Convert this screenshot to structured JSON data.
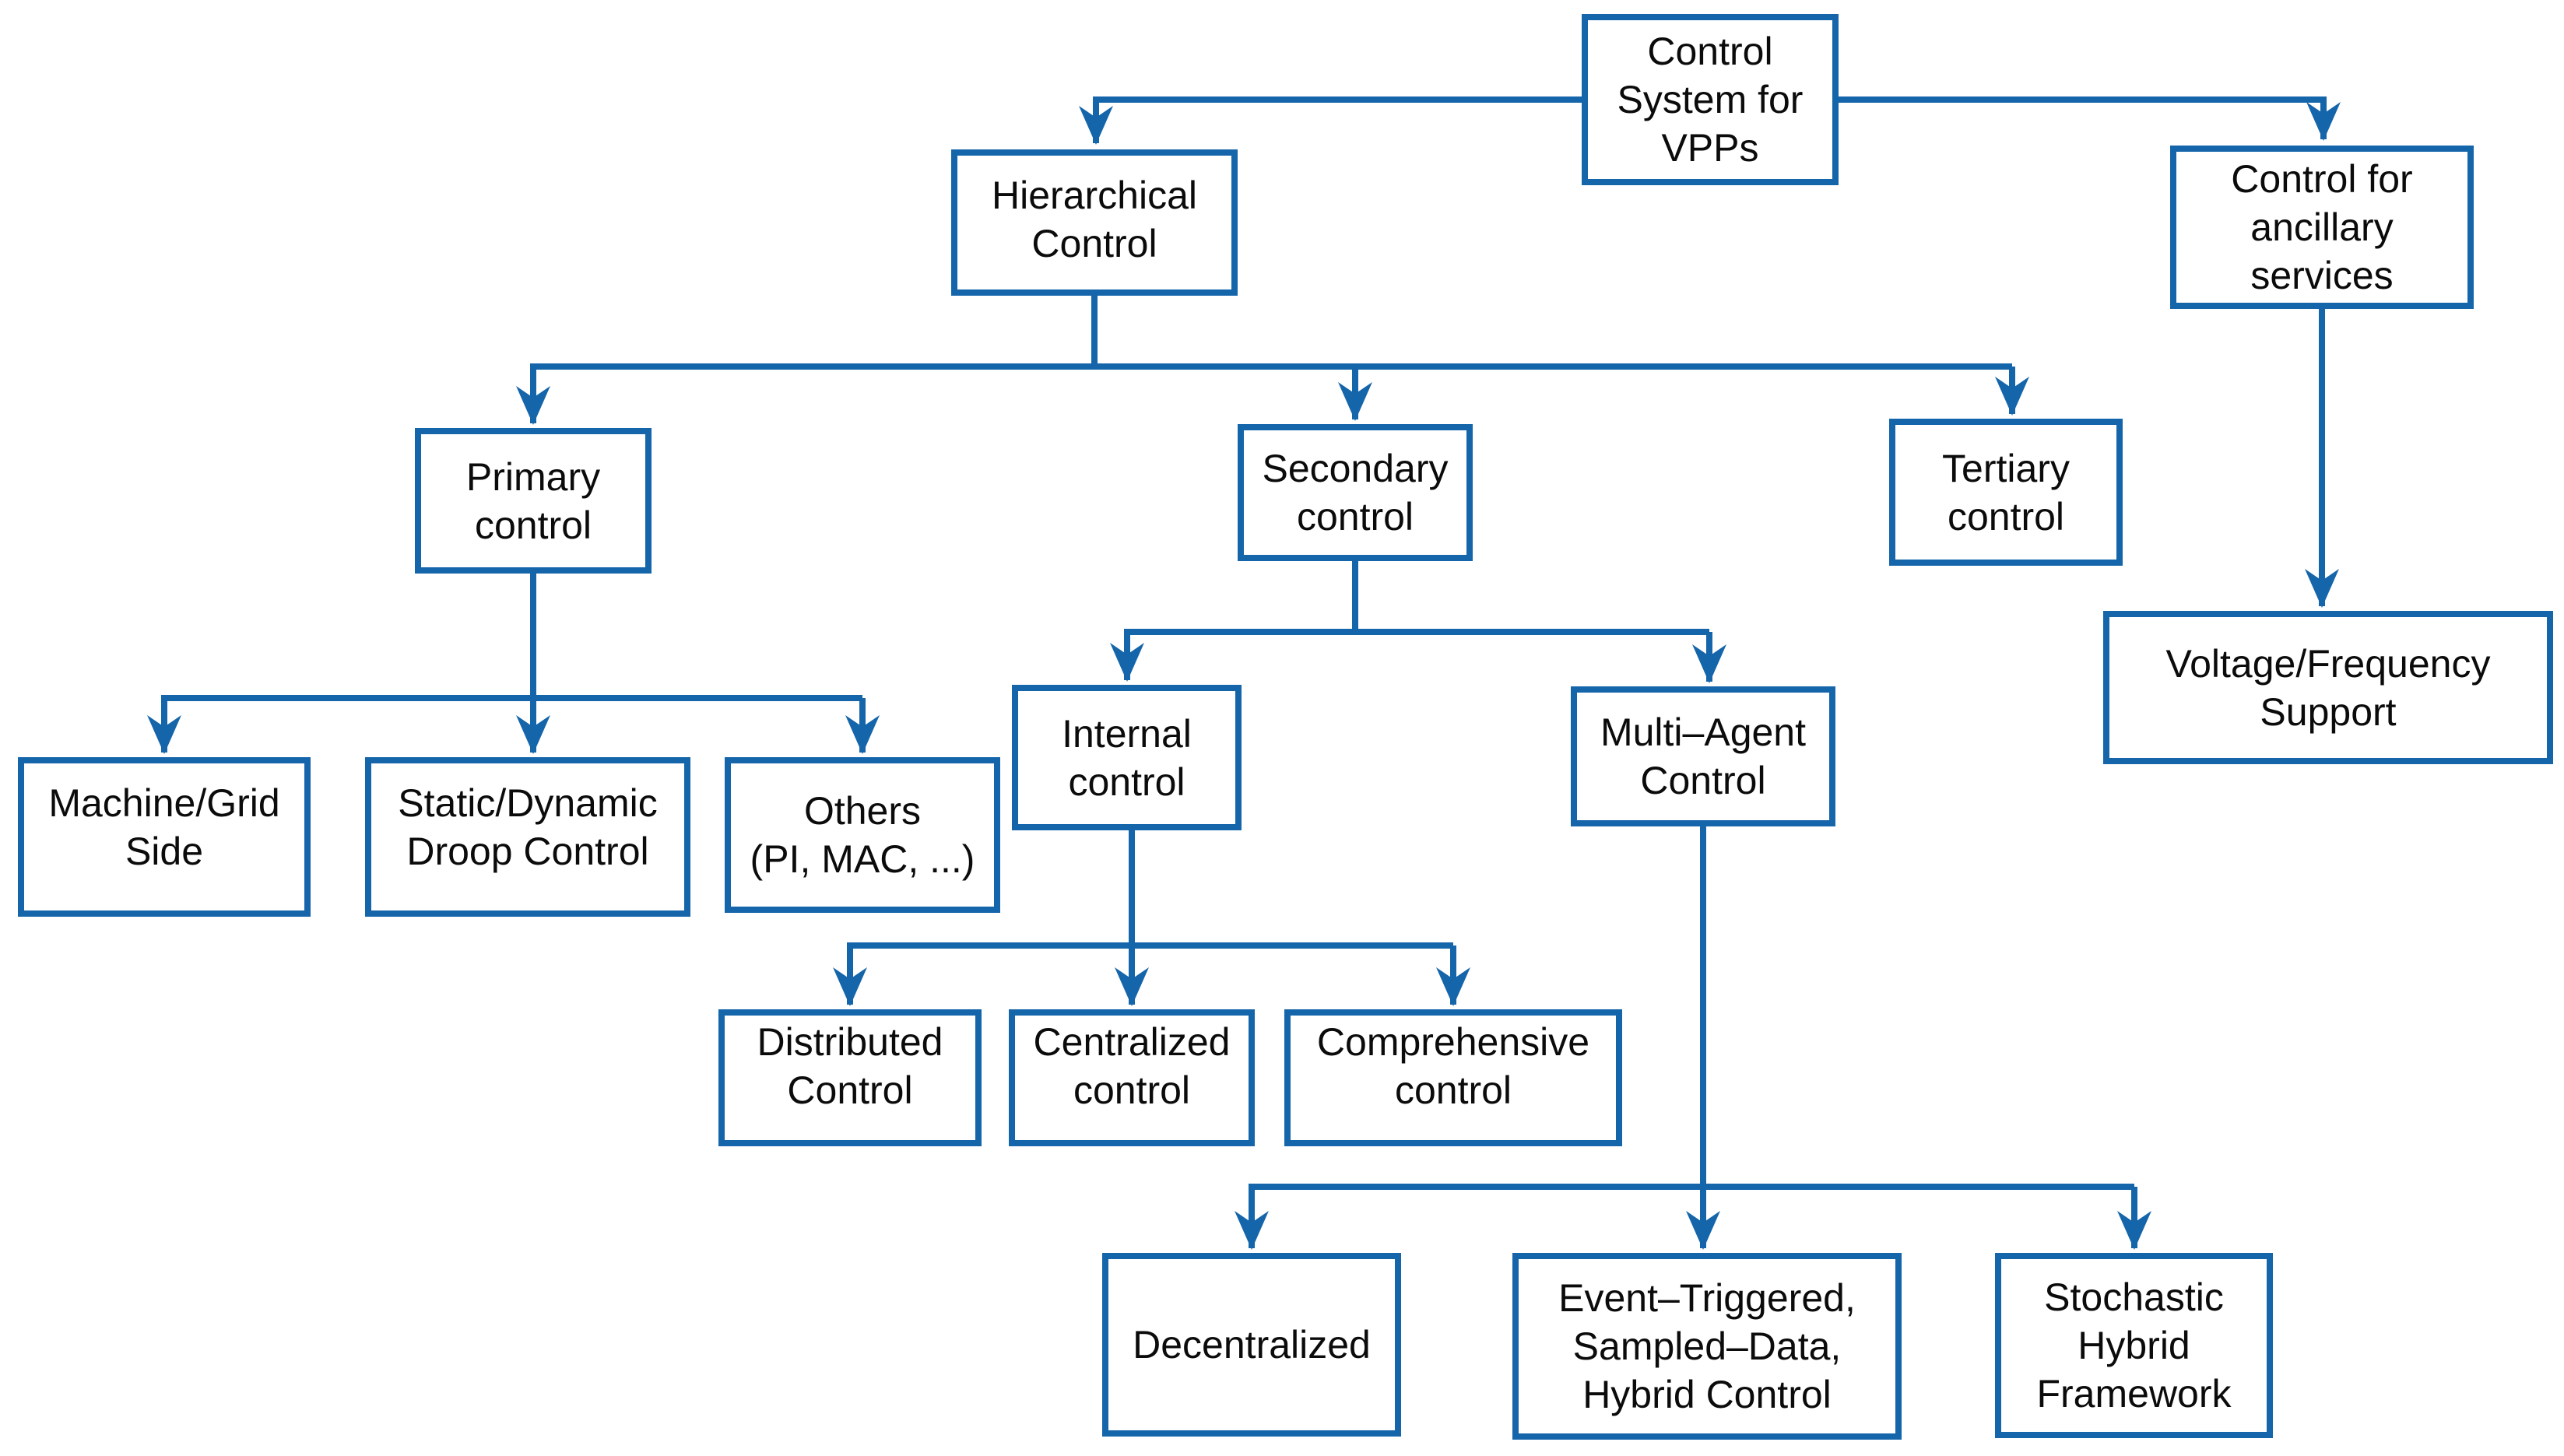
{
  "diagram": {
    "background_color": "#ffffff",
    "line_color": "#1565ab",
    "text_color": "#0b0b0b",
    "nodes": {
      "root": {
        "label": "Control\nSystem for\nVPPs",
        "children": [
          "hierarchical",
          "ancillary"
        ]
      },
      "hierarchical": {
        "label": "Hierarchical\nControl",
        "children": [
          "primary",
          "secondary",
          "tertiary"
        ]
      },
      "ancillary": {
        "label": "Control for\nancillary\nservices",
        "children": [
          "voltage"
        ]
      },
      "primary": {
        "label": "Primary\ncontrol",
        "children": [
          "machine",
          "droop",
          "others"
        ]
      },
      "secondary": {
        "label": "Secondary\ncontrol",
        "children": [
          "internal",
          "multiagent"
        ]
      },
      "tertiary": {
        "label": "Tertiary\ncontrol",
        "children": []
      },
      "voltage": {
        "label": "Voltage/Frequency\nSupport",
        "children": []
      },
      "machine": {
        "label": "Machine/Grid\nSide",
        "children": []
      },
      "droop": {
        "label": "Static/Dynamic\nDroop Control",
        "children": []
      },
      "others": {
        "label": "Others\n(PI, MAC, ...)",
        "children": []
      },
      "internal": {
        "label": "Internal\ncontrol",
        "children": [
          "distributed",
          "centralized",
          "comprehensive"
        ]
      },
      "multiagent": {
        "label": "Multi–Agent\nControl",
        "children": [
          "decentralized",
          "event",
          "stochastic"
        ]
      },
      "distributed": {
        "label": "Distributed\nControl",
        "children": []
      },
      "centralized": {
        "label": "Centralized\ncontrol",
        "children": []
      },
      "comprehensive": {
        "label": "Comprehensive\ncontrol",
        "children": []
      },
      "decentralized": {
        "label": "Decentralized",
        "children": []
      },
      "event": {
        "label": "Event–Triggered,\nSampled–Data,\nHybrid Control",
        "children": []
      },
      "stochastic": {
        "label": "Stochastic\nHybrid\nFramework",
        "children": []
      }
    }
  }
}
